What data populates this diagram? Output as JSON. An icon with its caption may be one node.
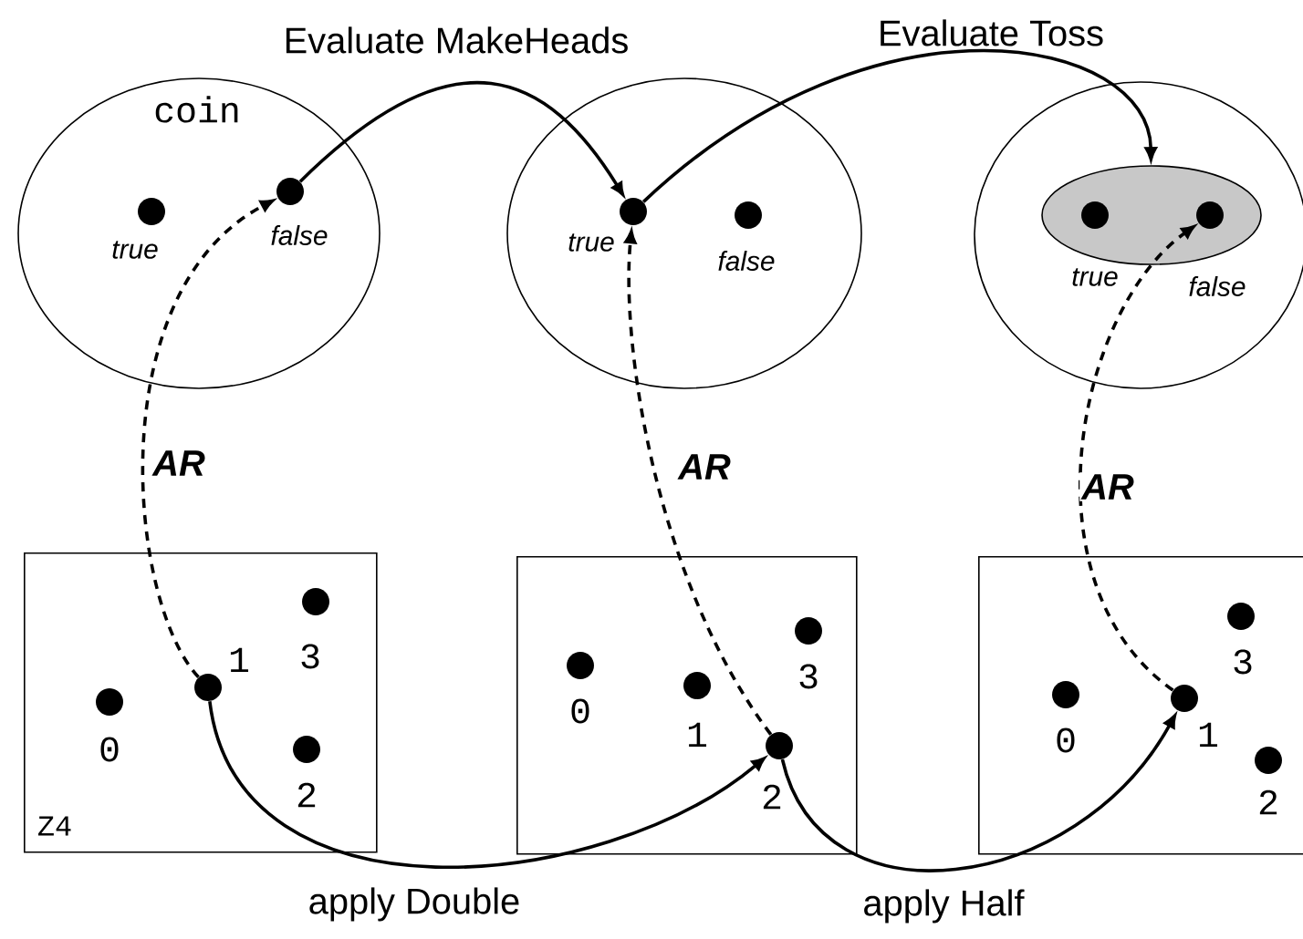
{
  "diagram": {
    "nodes": [
      {
        "text": [
          "coin"
        ]
      },
      {
        "text": [],
        "shape": "circle",
        "in": 0,
        "beside": [
          "true"
        ]
      },
      {
        "text": [],
        "shape": "circle",
        "in": 0,
        "beside": [
          "false"
        ]
      },
      {
        "text": [],
        "shape": "ellipse"
      },
      {
        "text": [],
        "shape": "circle",
        "in": 3,
        "beside": [
          "true"
        ]
      },
      {
        "text": [],
        "shape": "circle",
        "in": 3,
        "beside": [
          "false"
        ]
      },
      {
        "text": [],
        "shape": "ellipse"
      },
      {
        "text": [],
        "shape": "ellipse",
        "in": 6
      },
      {
        "text": [],
        "shape": "circle",
        "in": 7,
        "beside": [
          "true"
        ]
      },
      {
        "text": [],
        "shape": "circle",
        "in": 7,
        "beside": [
          "false"
        ]
      },
      {
        "text": [
          "Z4"
        ]
      },
      {
        "text": [],
        "shape": "circle",
        "in": 10,
        "beside": [
          "0"
        ]
      },
      {
        "text": [],
        "shape": "circle",
        "in": 10,
        "beside": [
          "1"
        ]
      },
      {
        "text": [],
        "shape": "circle",
        "in": 10,
        "beside": [
          "2"
        ]
      },
      {
        "text": [],
        "shape": "circle",
        "in": 10,
        "beside": [
          "3"
        ]
      },
      {
        "text": [],
        "shape": "box"
      },
      {
        "text": [],
        "shape": "circle",
        "in": 15,
        "beside": [
          "0"
        ]
      },
      {
        "text": [],
        "shape": "circle",
        "in": 15,
        "beside": [
          "1"
        ]
      },
      {
        "text": [],
        "shape": "circle",
        "in": 15,
        "beside": [
          "2"
        ]
      },
      {
        "text": [],
        "shape": "circle",
        "in": 15,
        "beside": [
          "3"
        ]
      },
      {
        "text": [],
        "shape": "box"
      },
      {
        "text": [],
        "shape": "circle",
        "in": 20,
        "beside": [
          "0"
        ]
      },
      {
        "text": [],
        "shape": "circle",
        "in": 20,
        "beside": [
          "1"
        ]
      },
      {
        "text": [],
        "shape": "circle",
        "in": 20,
        "beside": [
          "2"
        ]
      },
      {
        "text": [],
        "shape": "circle",
        "in": 20,
        "beside": [
          "3"
        ]
      }
    ],
    "edges": [
      {
        "from": 2,
        "to": 4,
        "arrow": "to",
        "label": "Evaluate MakeHeads"
      },
      {
        "from": 4,
        "to": 7,
        "arrow": "to",
        "label": "Evaluate Toss"
      },
      {
        "from": 12,
        "to": 2,
        "arrow": "to",
        "label": "AR",
        "style": "dashed"
      },
      {
        "from": 18,
        "to": 4,
        "arrow": "to",
        "label": "AR",
        "style": "dashed"
      },
      {
        "from": 22,
        "to": 9,
        "arrow": "to",
        "label": "AR",
        "style": "dashed"
      },
      {
        "from": 12,
        "to": 18,
        "arrow": "to",
        "label": "apply Double"
      },
      {
        "from": 18,
        "to": 22,
        "arrow": "to",
        "label": "apply Half"
      }
    ]
  }
}
